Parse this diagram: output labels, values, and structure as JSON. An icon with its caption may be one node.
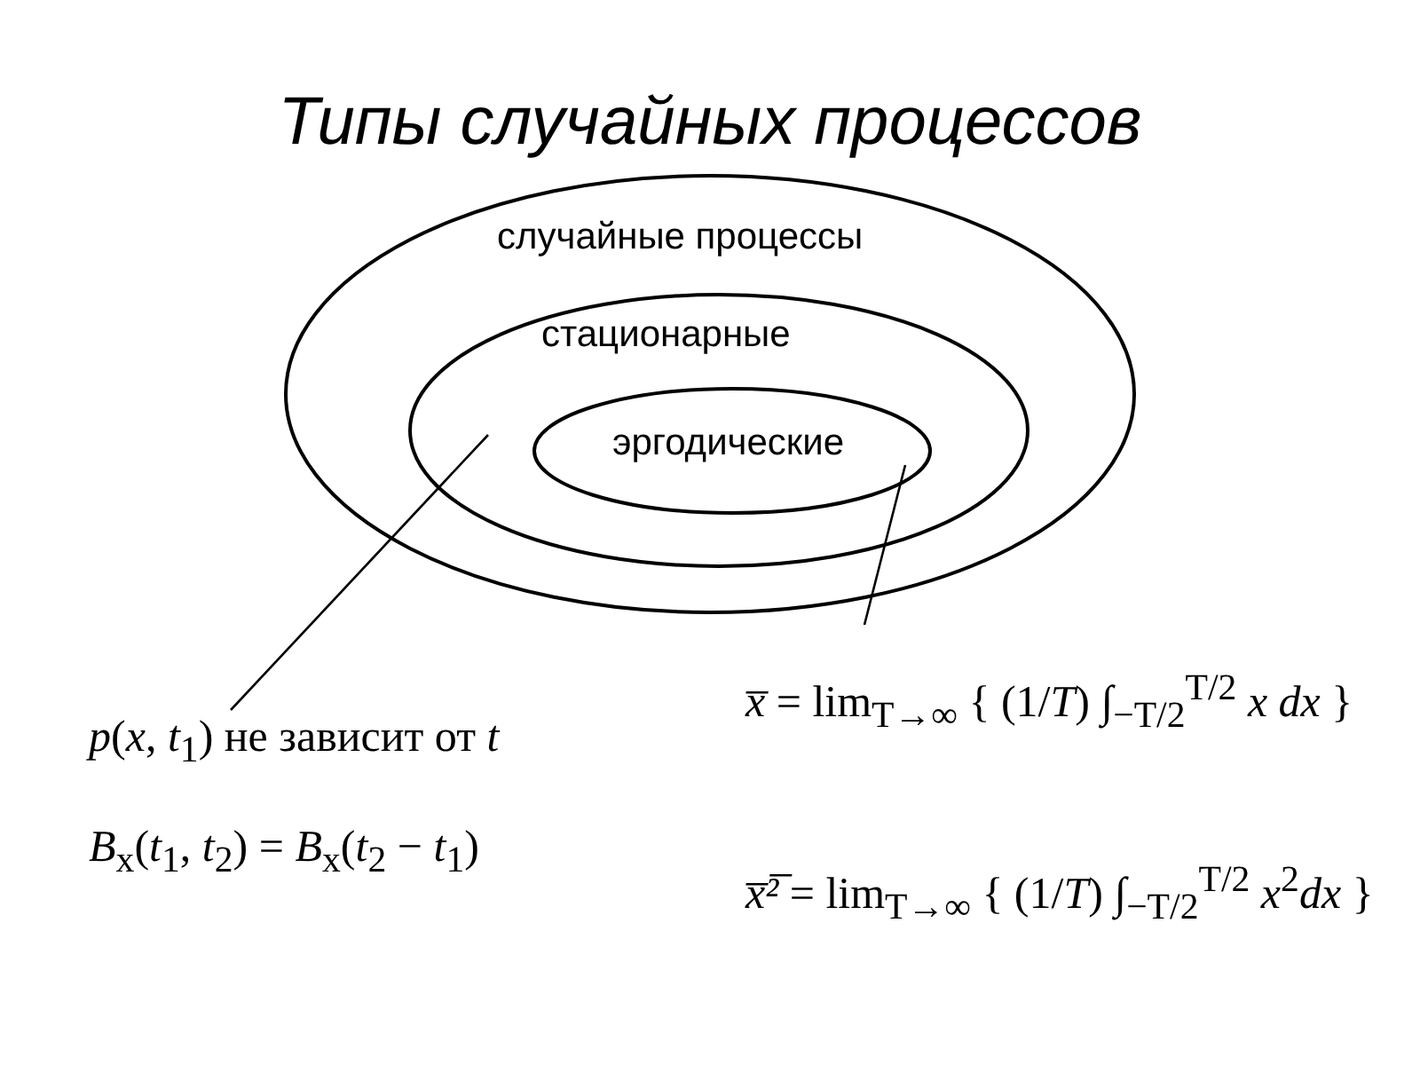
{
  "diagram": {
    "title": "Типы случайных процессов",
    "nodes": [
      {
        "text": [
          "случайные процессы"
        ]
      },
      {
        "text": [
          "стационарные"
        ],
        "in": 0
      },
      {
        "text": [
          "эргодические"
        ],
        "in": 1
      },
      {
        "text": [
          "*p*(*x*, *t*$_{1}$) не зависит от *t*",
          "*B*$_{x}$(*t*$_{1}$, *t*$_{2}$) = *B*$_{x}$(*t*$_{2}$ − *t*$_{1}$)"
        ]
      },
      {
        "text": [
          "*x̅* = lim$_{T→∞}$ { (1/*T*) ∫$_{−T/2}$$^{T/2}$ *x dx* }",
          "*x̅²̅* = lim$_{T→∞}$ { (1/*T*) ∫$_{−T/2}$$^{T/2}$ *x*$^{2}$*dx* }"
        ]
      }
    ],
    "edges": [
      {
        "from": 3,
        "to": 1,
        "arrow": "none"
      },
      {
        "from": 4,
        "to": 2,
        "arrow": "none"
      }
    ]
  }
}
